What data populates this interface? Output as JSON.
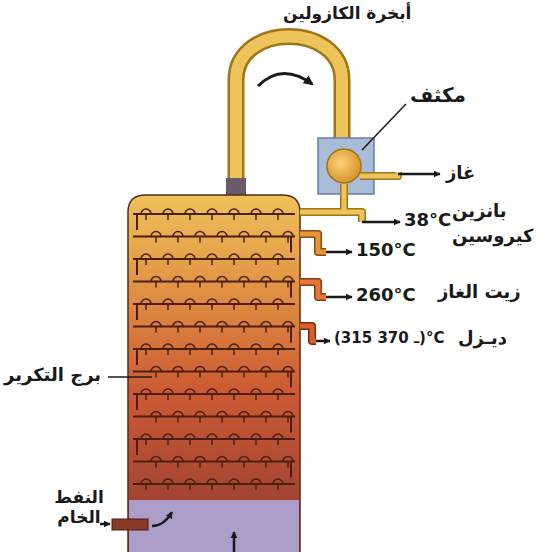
{
  "diagram": {
    "labels": [
      "أبخرة الكازولين",
      "مكثف",
      "غاز",
      "بانزين",
      "38°C",
      "كيروسين",
      "150°C",
      "زيت الغاز",
      "260°C",
      "ديـزل",
      "(315 ـ 370)°C",
      "برج التكرير",
      "النفط الخام"
    ]
  }
}
